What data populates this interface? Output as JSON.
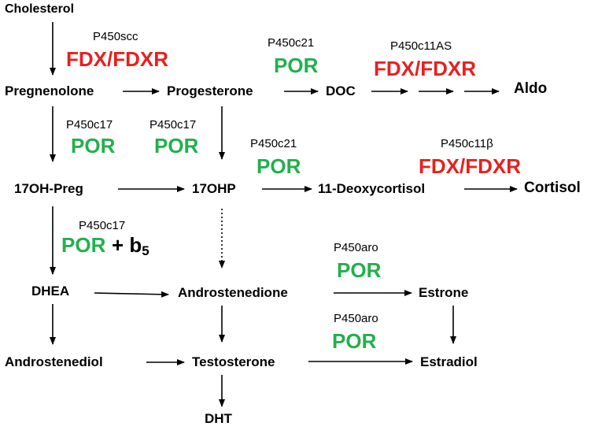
{
  "colors": {
    "fdx": "#e8201e",
    "por": "#22b04b",
    "text": "#000000"
  },
  "compounds": {
    "cholesterol": "Cholesterol",
    "pregnenolone": "Pregnenolone",
    "progesterone": "Progesterone",
    "doc": "DOC",
    "aldo": "Aldo",
    "oh_preg": "17OH-Preg",
    "ohp": "17OHP",
    "deoxycortisol": "11-Deoxycortisol",
    "cortisol": "Cortisol",
    "dhea": "DHEA",
    "androstenedione": "Androstenedione",
    "estrone": "Estrone",
    "androstenediol": "Androstenediol",
    "testosterone": "Testosterone",
    "estradiol": "Estradiol",
    "dht": "DHT"
  },
  "enzymes": {
    "p450scc": "P450scc",
    "p450c21_a": "P450c21",
    "p450c11as": "P450c11AS",
    "p450c17_a": "P450c17",
    "p450c17_b": "P450c17",
    "p450c21_b": "P450c21",
    "p450c11b": "P450c11β",
    "p450c17_c": "P450c17",
    "p450aro_a": "P450aro",
    "p450aro_b": "P450aro"
  },
  "cofactors": {
    "fdx_scc": "FDX/FDXR",
    "fdx_c11as": "FDX/FDXR",
    "fdx_c11b": "FDX/FDXR",
    "por_c21_a": "POR",
    "por_c17_a": "POR",
    "por_c17_b": "POR",
    "por_c21_b": "POR",
    "por_c17_c": "POR",
    "plus_b5": "+ b",
    "b5_sub": "5",
    "por_aro_a": "POR",
    "por_aro_b": "POR"
  }
}
